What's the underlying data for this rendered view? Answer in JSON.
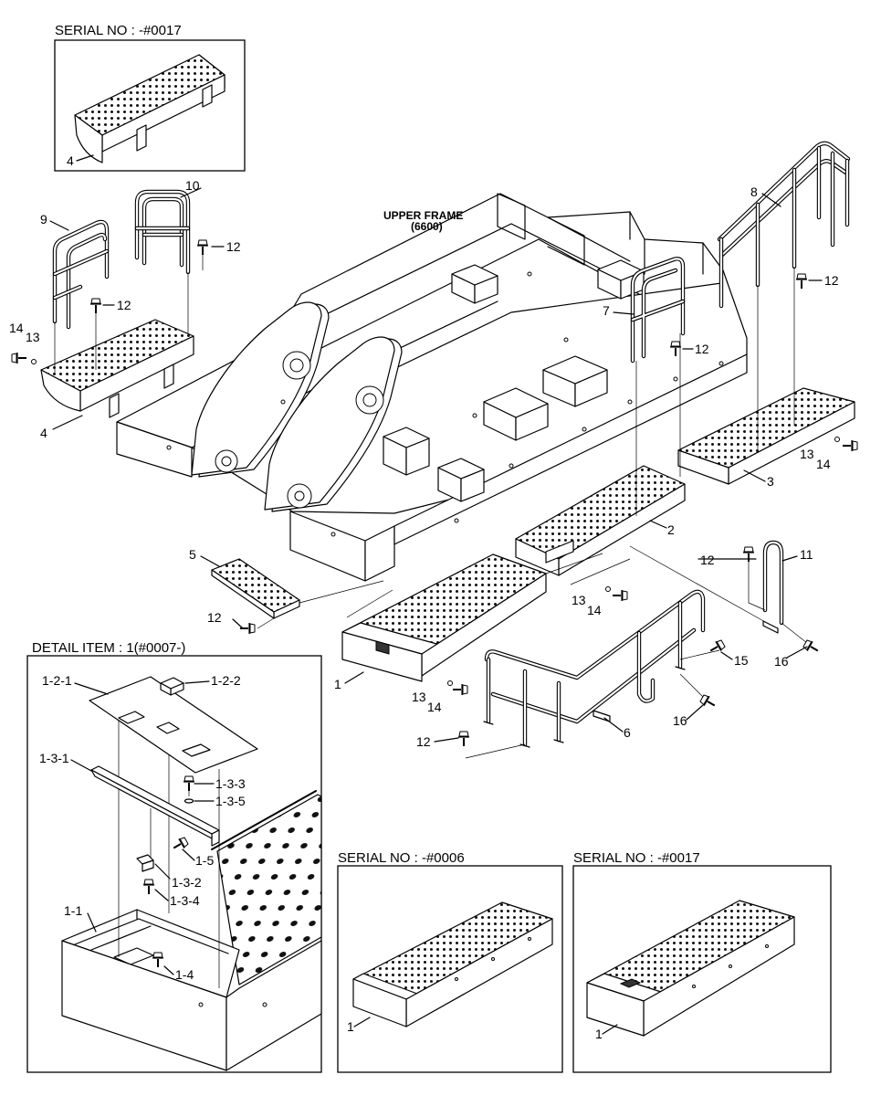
{
  "frame_label": {
    "name": "UPPER FRAME",
    "model": "(6600)"
  },
  "inset_top": {
    "header": "SERIAL NO : -#0017",
    "part": "4"
  },
  "inset_mid": {
    "header": "SERIAL NO : -#0006",
    "part": "1"
  },
  "inset_right": {
    "header": "SERIAL NO : -#0017",
    "part": "1"
  },
  "detail": {
    "header": "DETAIL ITEM : 1(#0007-)",
    "parts": [
      "1-2-1",
      "1-2-2",
      "1-3-1",
      "1-3-3",
      "1-3-5",
      "1-5",
      "1-3-2",
      "1-3-4",
      "1-1",
      "1-4"
    ]
  },
  "callouts": [
    "10",
    "9",
    "12",
    "12",
    "14",
    "13",
    "4",
    "8",
    "12",
    "7",
    "12",
    "13",
    "14",
    "3",
    "2",
    "5",
    "12",
    "11",
    "13",
    "14",
    "12",
    "16",
    "15",
    "1",
    "13",
    "14",
    "16",
    "12",
    "6"
  ]
}
